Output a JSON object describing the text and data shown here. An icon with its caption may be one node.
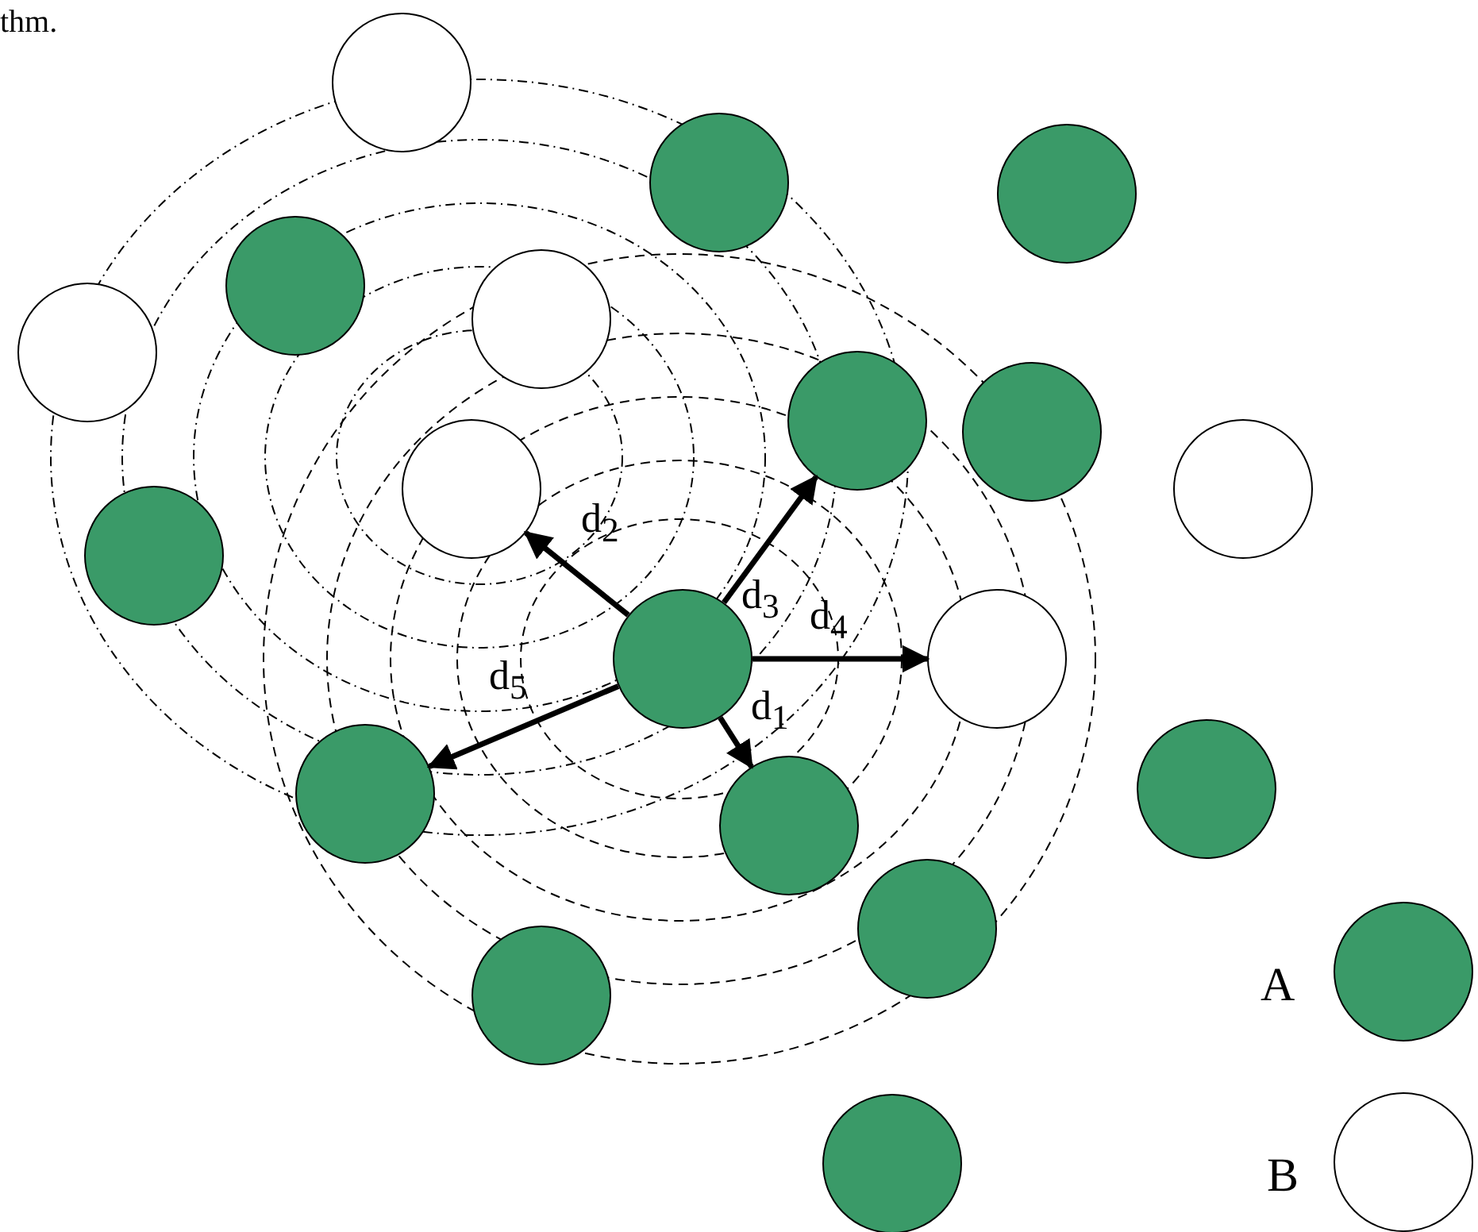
{
  "diagram": {
    "nodes": [
      {
        "text": [],
        "shape": "circle"
      },
      {
        "text": [],
        "shape": "circle"
      },
      {
        "text": [],
        "shape": "circle"
      },
      {
        "text": [],
        "shape": "circle"
      },
      {
        "text": [],
        "shape": "circle"
      },
      {
        "text": [],
        "shape": "circle"
      },
      {
        "text": [],
        "shape": "circle"
      },
      {
        "text": [],
        "shape": "circle"
      },
      {
        "text": [],
        "shape": "circle"
      },
      {
        "text": [],
        "shape": "circle"
      },
      {
        "text": [],
        "shape": "circle"
      },
      {
        "text": [],
        "shape": "circle"
      },
      {
        "text": [],
        "shape": "circle"
      },
      {
        "text": [],
        "shape": "circle"
      },
      {
        "text": [],
        "shape": "circle"
      },
      {
        "text": [],
        "shape": "circle"
      },
      {
        "text": [],
        "shape": "circle"
      },
      {
        "text": [],
        "shape": "circle"
      },
      {
        "text": [],
        "shape": "circle"
      }
    ],
    "edges": [
      {
        "from": 11,
        "to": 15,
        "arrow": "to",
        "label": "d$_{1}$"
      },
      {
        "from": 11,
        "to": 8,
        "arrow": "to",
        "label": "d$_{2}$"
      },
      {
        "from": 11,
        "to": 6,
        "arrow": "to",
        "label": "d$_{3}$"
      },
      {
        "from": 11,
        "to": 12,
        "arrow": "to",
        "label": "d$_{4}$"
      },
      {
        "from": 11,
        "to": 14,
        "arrow": "to",
        "label": "d$_{5}$"
      }
    ],
    "labels": [
      "thm."
    ],
    "legend": [
      {
        "text": "A",
        "color": "#3a9a68"
      },
      {
        "text": "B",
        "color": "#ffffff"
      }
    ]
  }
}
